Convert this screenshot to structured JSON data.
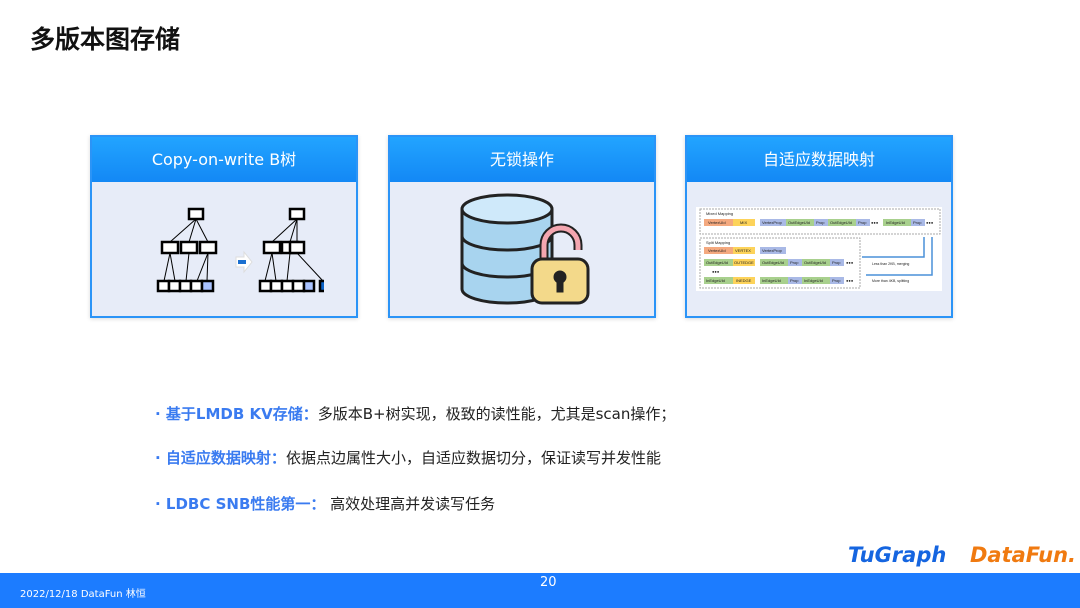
{
  "title": "多版本图存储",
  "cards": [
    {
      "title": "Copy-on-write B树",
      "icon": "btree-diagram"
    },
    {
      "title": "无锁操作",
      "icon": "database-lock-icon"
    },
    {
      "title": "自适应数据映射",
      "icon": "mapping-diagram",
      "diagram": {
        "mixed": "Mixed Mapping",
        "split": "Split Mapping",
        "vuid": "VertexUId",
        "mix": "MIX",
        "vprop": "VertexProp",
        "oeuid": "OutEdgeUId",
        "prop": "Prop",
        "ieuid": "InEdgeUId",
        "vertex": "VERTEX",
        "outedge": "OUTEDGE",
        "inedge": "INEDGE",
        "merge": "Less than 2KB, merging",
        "split_note": "More than 4KB, splitting",
        "dots": "●●●"
      }
    }
  ],
  "bullets": [
    {
      "key": "基于LMDB KV存储：",
      "text": "多版本B+树实现，极致的读性能，尤其是scan操作；"
    },
    {
      "key": "自适应数据映射：",
      "text": "依据点边属性大小，自适应数据切分，保证读写并发性能"
    },
    {
      "key": "LDBC SNB性能第一：",
      "text": " 高效处理高并发读写任务"
    }
  ],
  "logos": {
    "tugraph": "TuGraph",
    "datafun": "DataFun."
  },
  "footer": {
    "date": "2022/12/18 DataFun 林恒",
    "page": "20"
  },
  "colors": {
    "accent": "#1c7cff",
    "bullet_key": "#3a7bf0"
  }
}
